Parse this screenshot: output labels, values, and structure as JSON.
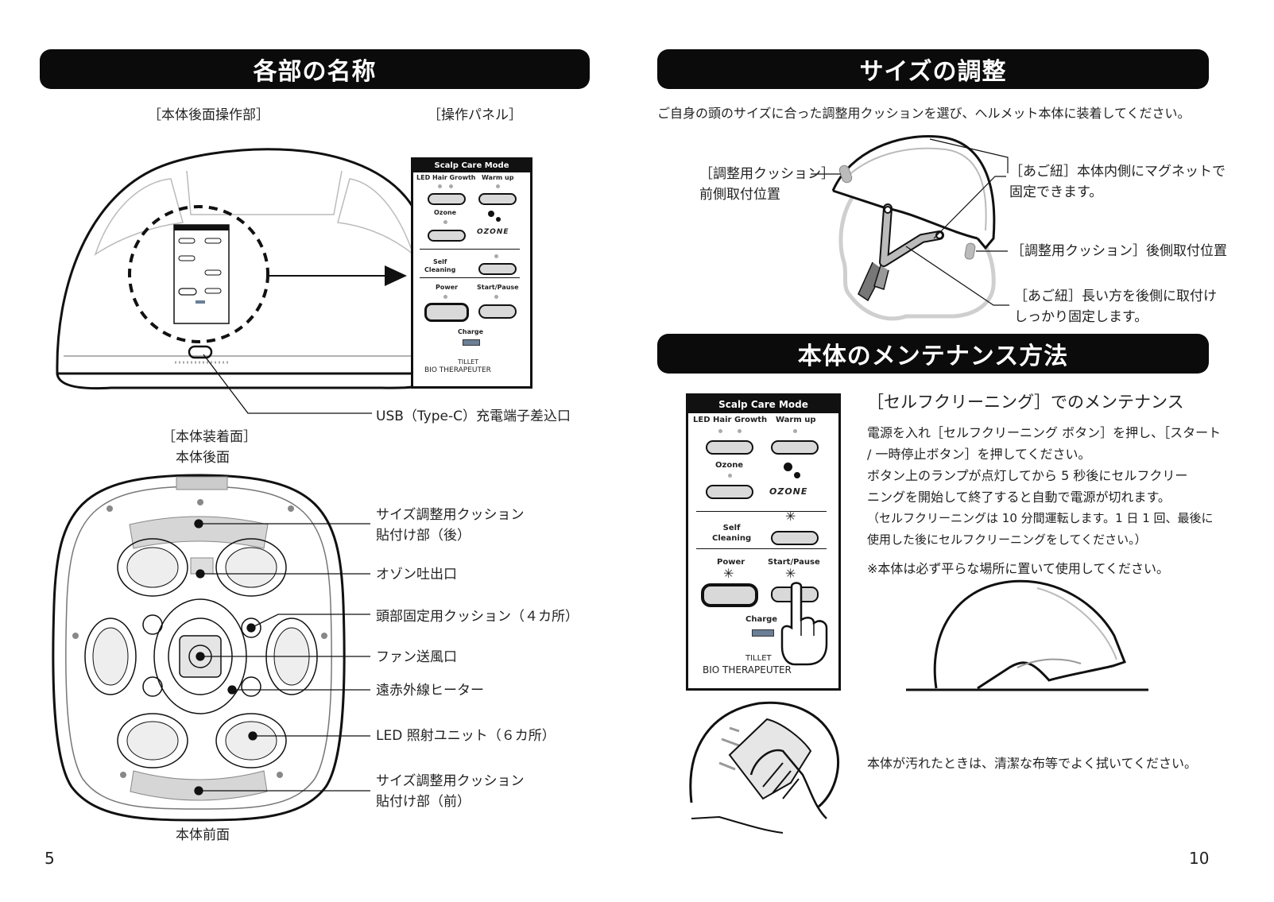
{
  "left": {
    "header": "各部の名称",
    "sub_back": "［本体後面操作部］",
    "sub_panel": "［操作パネル］",
    "usb_label": "USB（Type-C）充電端子差込口",
    "wear_title": "［本体装着面］",
    "wear_back": "本体後面",
    "wear_front": "本体前面",
    "callouts": [
      {
        "line1": "サイズ調整用クッション",
        "line2": "貼付け部（後）"
      },
      {
        "line1": "オゾン吐出口"
      },
      {
        "line1": "頭部固定用クッション（４カ所）"
      },
      {
        "line1": "ファン送風口"
      },
      {
        "line1": "遠赤外線ヒーター"
      },
      {
        "line1": "LED 照射ユニット（６カ所）"
      },
      {
        "line1": "サイズ調整用クッション",
        "line2": "貼付け部（前）"
      }
    ],
    "page_number": "5"
  },
  "panel": {
    "title": "Scalp Care Mode",
    "led": "LED Hair Growth",
    "warm": "Warm up",
    "ozone": "Ozone",
    "ozone_logo": "OZONE",
    "self1": "Self",
    "self2": "Cleaning",
    "power": "Power",
    "start": "Start/Pause",
    "charge": "Charge",
    "brand1": "TILLET",
    "brand2": "BIO THERAPEUTER"
  },
  "right": {
    "size_header": "サイズの調整",
    "size_intro": "ご自身の頭のサイズに合った調整用クッションを選び、ヘルメット本体に装着してください。",
    "cushion_front_1": "［調整用クッション］",
    "cushion_front_2": "前側取付位置",
    "strap_1": "［あご紐］本体内側にマグネットで",
    "strap_2": "固定できます。",
    "cushion_back": "［調整用クッション］後側取付位置",
    "strap_long_1": "［あご紐］長い方を後側に取付け",
    "strap_long_2": "しっかり固定します。",
    "maint_header": "本体のメンテナンス方法",
    "maint_title": "［セルフクリーニング］でのメンテナンス",
    "maint_lines": [
      "電源を入れ［セルフクリーニング ボタン］を押し、［スタート",
      "/ 一時停止ボタン］を押してください。",
      "ボタン上のランプが点灯してから 5 秒後にセルフクリー",
      "ニングを開始して終了すると自動で電源が切れます。",
      "（セルフクリーニングは 10 分間運転します。1 日 1 回、最後に",
      "使用した後にセルフクリーニングをしてください。）"
    ],
    "maint_note": "※本体は必ず平らな場所に置いて使用してください。",
    "wipe_note": "本体が汚れたときは、清潔な布等でよく拭いてください。",
    "page_number": "10"
  }
}
